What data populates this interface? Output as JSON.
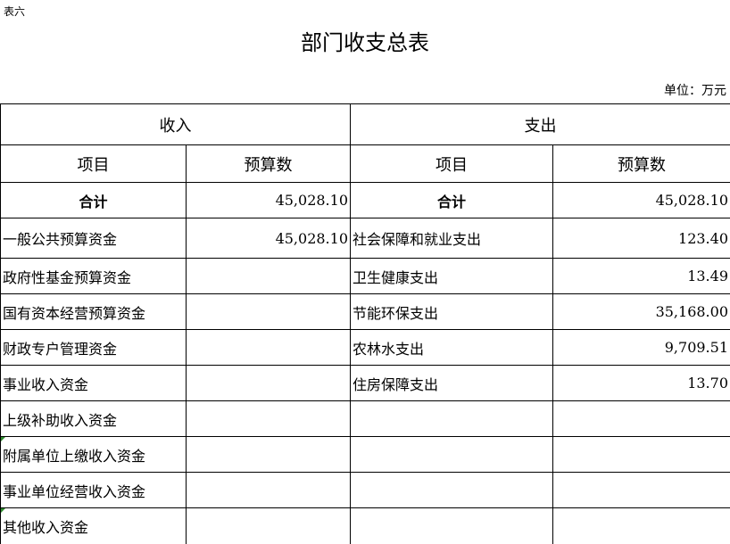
{
  "sheet_label": "表六",
  "title": "部门收支总表",
  "unit_label": "单位：万元",
  "table": {
    "income_header": "收入",
    "expense_header": "支出",
    "col_item": "项目",
    "col_budget": "预算数",
    "total_label": "合计",
    "total_income": "45,028.10",
    "total_expense": "45,028.10",
    "rows": [
      {
        "income_item": "一般公共预算资金",
        "income_amount": "45,028.10",
        "expense_item": "社会保障和就业支出",
        "expense_amount": "123.40"
      },
      {
        "income_item": "政府性基金预算资金",
        "income_amount": "",
        "expense_item": "卫生健康支出",
        "expense_amount": "13.49"
      },
      {
        "income_item": "国有资本经营预算资金",
        "income_amount": "",
        "expense_item": "节能环保支出",
        "expense_amount": "35,168.00"
      },
      {
        "income_item": "财政专户管理资金",
        "income_amount": "",
        "expense_item": "农林水支出",
        "expense_amount": "9,709.51"
      },
      {
        "income_item": "事业收入资金",
        "income_amount": "",
        "expense_item": "住房保障支出",
        "expense_amount": "13.70"
      },
      {
        "income_item": "上级补助收入资金",
        "income_amount": "",
        "expense_item": "",
        "expense_amount": ""
      },
      {
        "income_item": "附属单位上缴收入资金",
        "income_amount": "",
        "expense_item": "",
        "expense_amount": ""
      },
      {
        "income_item": "事业单位经营收入资金",
        "income_amount": "",
        "expense_item": "",
        "expense_amount": ""
      },
      {
        "income_item": "其他收入资金",
        "income_amount": "",
        "expense_item": "",
        "expense_amount": ""
      }
    ]
  },
  "colors": {
    "cell_marker": "#2e8b2e",
    "border": "#000000"
  }
}
